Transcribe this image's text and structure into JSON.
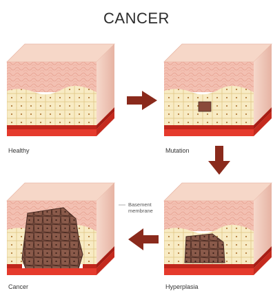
{
  "title": "CANCER",
  "stages": [
    {
      "label": "Healthy",
      "state": "healthy"
    },
    {
      "label": "Mutation",
      "state": "mutation"
    },
    {
      "label": "Hyperplasia",
      "state": "hyperplasia"
    },
    {
      "label": "Cancer",
      "state": "cancer"
    }
  ],
  "callout": {
    "line1": "Basement",
    "line2": "membrane"
  },
  "colors": {
    "epidermis": "#f3c0b2",
    "epidermis_line": "#e6a08f",
    "dermis_cell": "#f8ebc4",
    "dermis_line": "#e2c98c",
    "nucleus": "#b07a3a",
    "membrane": "#c0261b",
    "tissue_bottom": "#e53a2c",
    "side_shade": "#e09f8c",
    "cancer_cell": "#8a5a4a",
    "cancer_line": "#4a2b22",
    "arrow": "#8a2a1c"
  }
}
